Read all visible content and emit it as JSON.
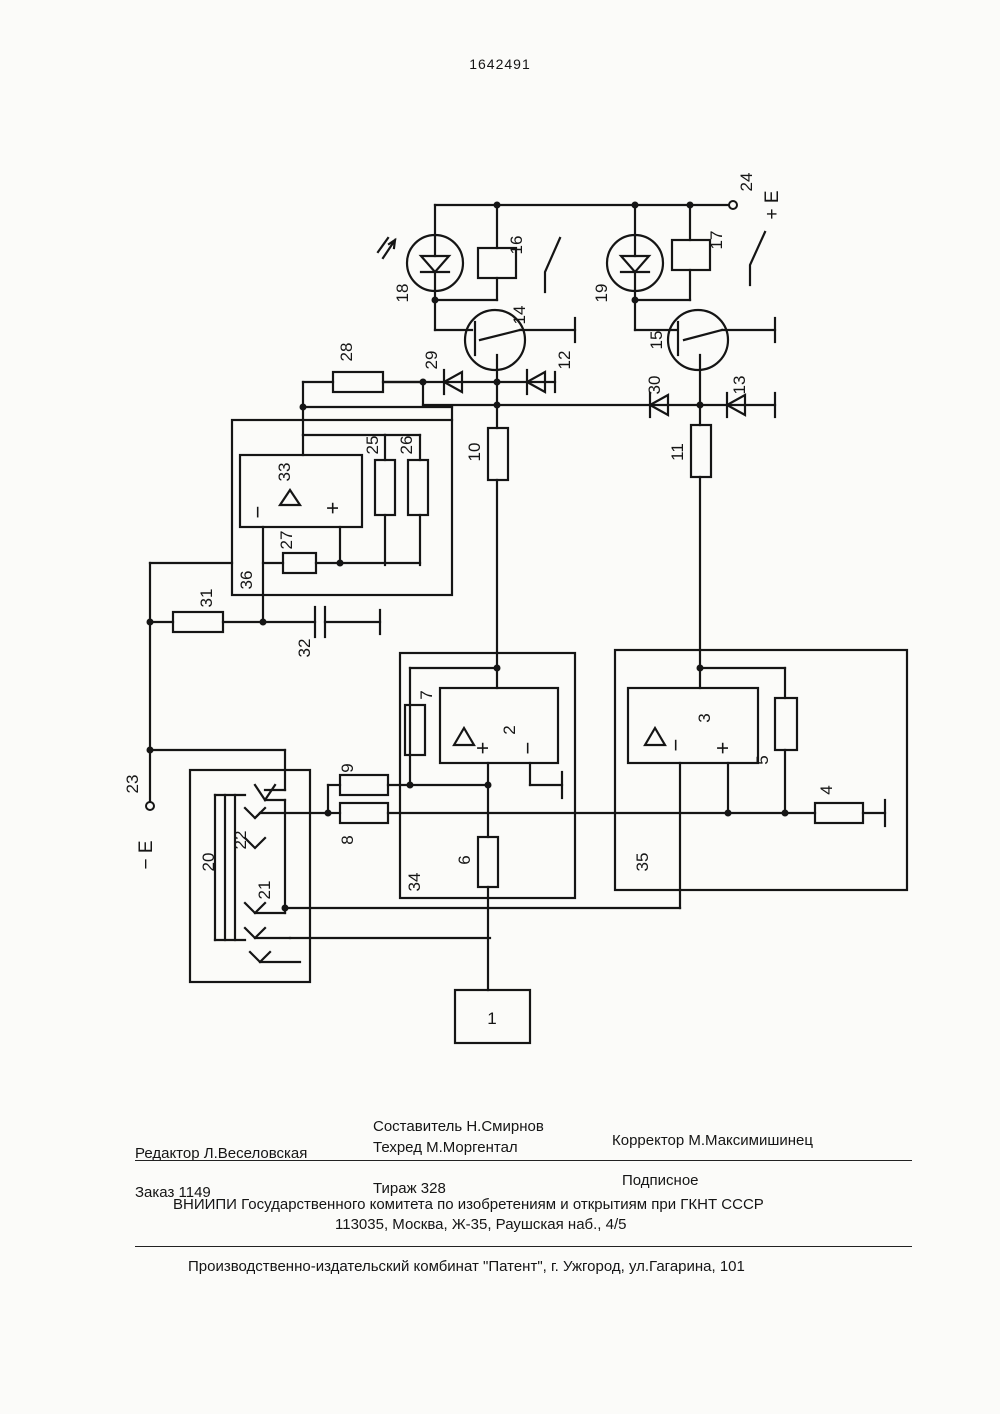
{
  "patent_number": "1642491",
  "schematic": {
    "labels": [
      "1",
      "2",
      "3",
      "4",
      "5",
      "6",
      "7",
      "8",
      "9",
      "10",
      "11",
      "12",
      "13",
      "14",
      "15",
      "16",
      "17",
      "18",
      "19",
      "20",
      "21",
      "22",
      "23",
      "24",
      "25",
      "26",
      "27",
      "28",
      "29",
      "30",
      "31",
      "32",
      "33",
      "34",
      "35",
      "36"
    ],
    "minus_e": "− E",
    "plus_e": "+ E",
    "opamp_plus": "+",
    "opamp_minus": "−"
  },
  "footer": {
    "composer": "Составитель Н.Смирнов",
    "editor": "Редактор  Л.Веселовская",
    "techred": "Техред М.Моргентал",
    "corrector": "Корректор  М.Максимишинец",
    "order": "Заказ  1149",
    "circulation": "Тираж 328",
    "subscription": "Подписное",
    "org_line1": "ВНИИПИ Государственного комитета по изобретениям и открытиям при ГКНТ СССР",
    "org_line2": "113035, Москва, Ж-35, Раушская наб., 4/5",
    "publisher": "Производственно-издательский комбинат \"Патент\", г. Ужгород, ул.Гагарина, 101"
  }
}
